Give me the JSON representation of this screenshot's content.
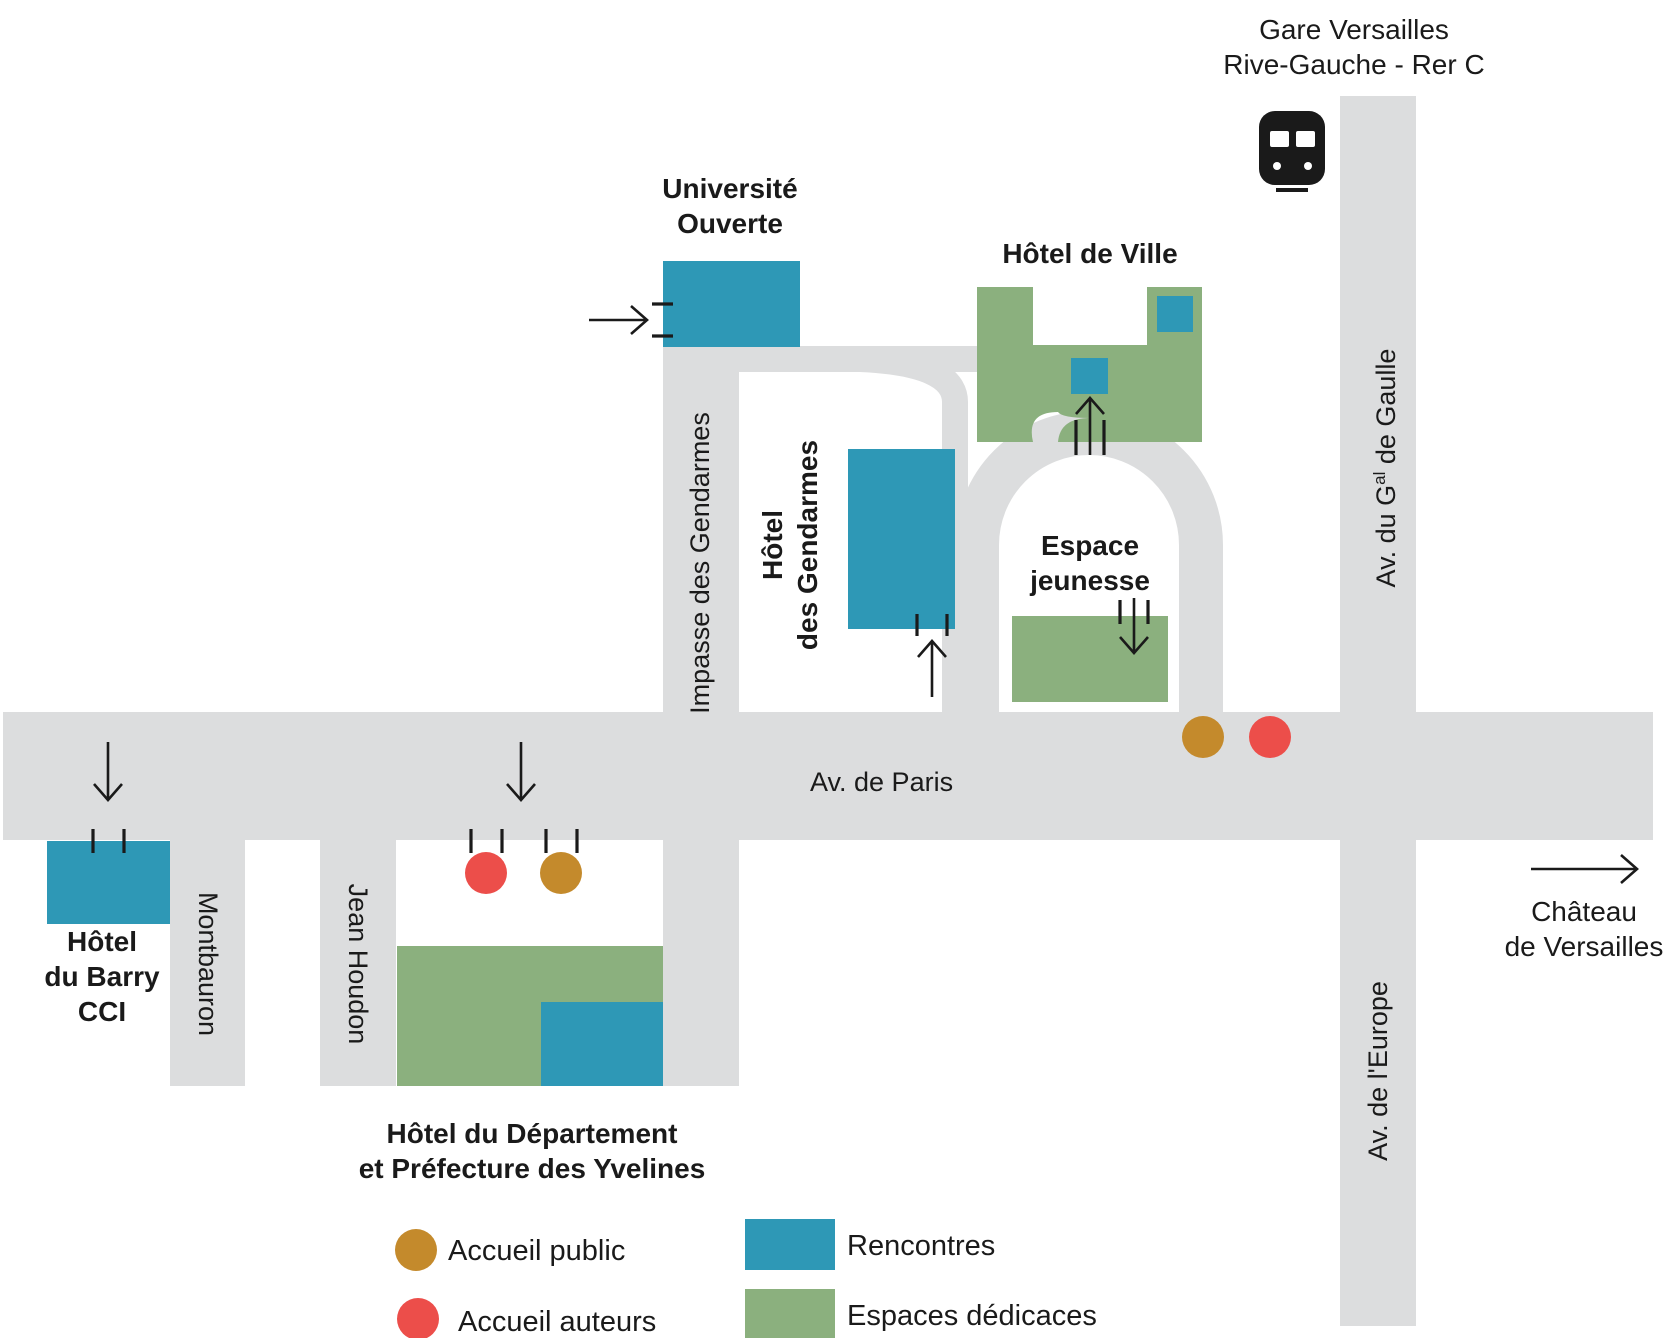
{
  "colors": {
    "road": "#dcddde",
    "rencontres": "#2e98b6",
    "dedicaces": "#8bb07e",
    "accueil_public": "#c48a2c",
    "accueil_auteurs": "#ec4e4a",
    "ink": "#1a1a1a"
  },
  "labels": {
    "gare_line1": "Gare Versailles",
    "gare_line2": "Rive-Gauche - Rer C",
    "universite_line1": "Université",
    "universite_line2": "Ouverte",
    "hotel_ville": "Hôtel de Ville",
    "hotel_gendarmes_line1": "Hôtel",
    "hotel_gendarmes_line2": "des Gendarmes",
    "espace_jeunesse_line1": "Espace",
    "espace_jeunesse_line2": "jeunesse",
    "hotel_barry_line1": "Hôtel",
    "hotel_barry_line2": "du Barry",
    "hotel_barry_line3": "CCI",
    "departement_line1": "Hôtel du Département",
    "departement_line2": "et Préfecture des Yvelines",
    "chateau_line1": "Château",
    "chateau_line2": "de Versailles"
  },
  "streets": {
    "av_paris": "Av. de Paris",
    "impasse": "Impasse des Gendarmes",
    "montbauron": "Montbauron",
    "jean_houdon": "Jean Houdon",
    "av_europe": "Av. de l'Europe",
    "gaulle_pre": "Av. du G",
    "gaulle_sup": "al",
    "gaulle_post": " de Gaulle"
  },
  "legend": {
    "accueil_public": "Accueil public",
    "accueil_auteurs": "Accueil auteurs",
    "rencontres": "Rencontres",
    "dedicaces": "Espaces dédicaces"
  },
  "icons": {
    "train": "train-icon",
    "arrow": "arrow-icon",
    "entrance": "entrance-marker-icon"
  }
}
